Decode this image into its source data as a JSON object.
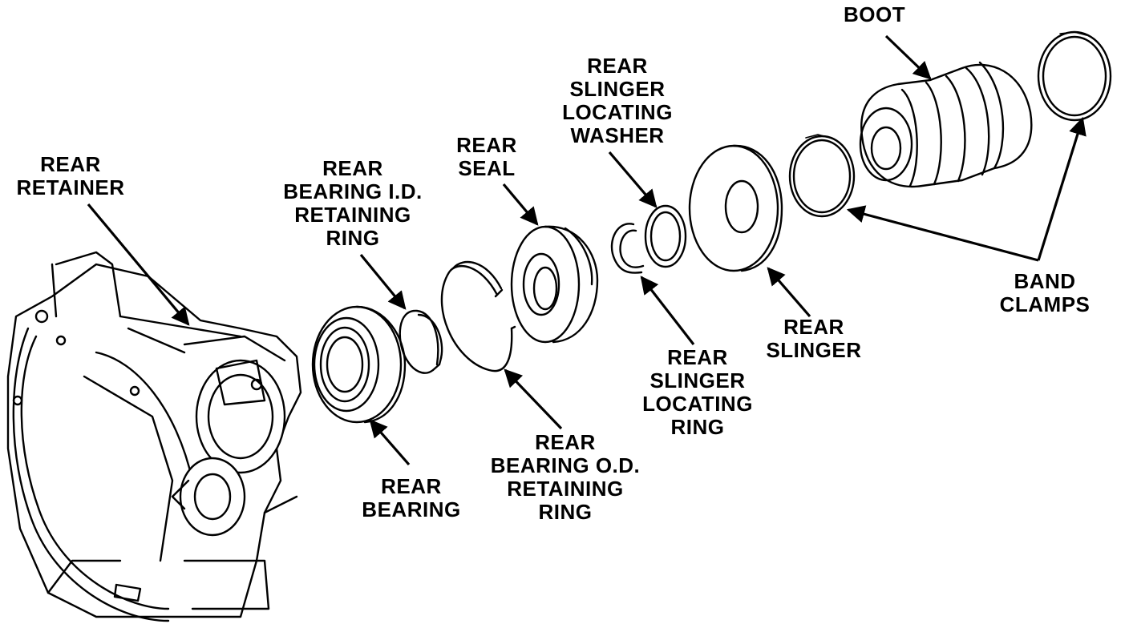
{
  "labels": {
    "boot": "BOOT",
    "rear_retainer": [
      "REAR",
      "RETAINER"
    ],
    "rear_bearing_id_ring": [
      "REAR",
      "BEARING I.D.",
      "RETAINING",
      "RING"
    ],
    "rear_seal": [
      "REAR",
      "SEAL"
    ],
    "rear_slinger_locating_washer": [
      "REAR",
      "SLINGER",
      "LOCATING",
      "WASHER"
    ],
    "rear_bearing": [
      "REAR",
      "BEARING"
    ],
    "rear_bearing_od_ring": [
      "REAR",
      "BEARING O.D.",
      "RETAINING",
      "RING"
    ],
    "rear_slinger_locating_ring": [
      "REAR",
      "SLINGER",
      "LOCATING",
      "RING"
    ],
    "rear_slinger": [
      "REAR",
      "SLINGER"
    ],
    "band_clamps": [
      "BAND",
      "CLAMPS"
    ]
  },
  "colors": {
    "ink": "#000000",
    "paper": "#ffffff"
  }
}
